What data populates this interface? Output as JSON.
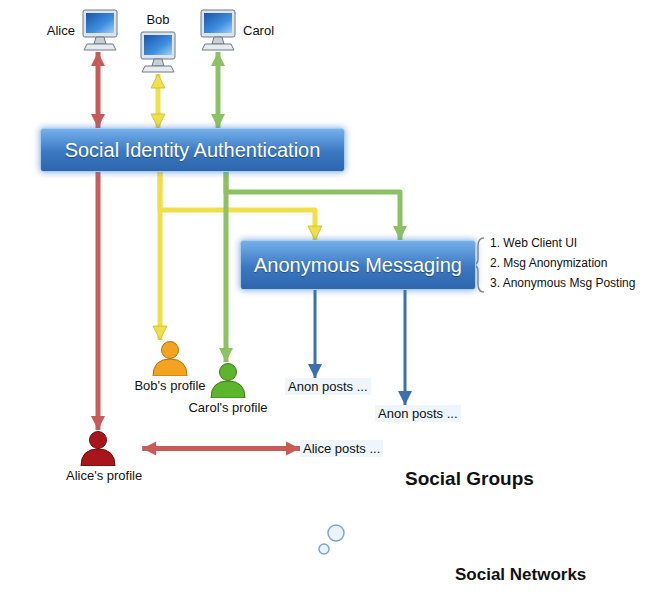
{
  "diagram": {
    "nodes": [
      {
        "text": [
          "Alice"
        ]
      },
      {
        "text": [
          "Bob"
        ]
      },
      {
        "text": [
          "Carol"
        ]
      },
      {
        "text": [
          "Social Identity Authentication"
        ]
      },
      {
        "text": [
          "Anonymous Messaging"
        ]
      },
      {
        "text": [
          "Social Networks"
        ]
      },
      {
        "text": [
          "Social Groups"
        ],
        "in": 5
      },
      {
        "text": [
          "Bob's profile"
        ],
        "in": 5
      },
      {
        "text": [
          "Carol's profile"
        ],
        "in": 5
      },
      {
        "text": [
          "Alice's profile"
        ],
        "in": 5
      },
      {
        "text": [
          "Anon posts ..."
        ],
        "in": 6
      },
      {
        "text": [
          "Anon posts ..."
        ],
        "in": 6
      },
      {
        "text": [
          "Alice posts ..."
        ],
        "in": 6
      }
    ],
    "edges": [
      {
        "from": 0,
        "to": 3,
        "arrow": "both"
      },
      {
        "from": 1,
        "to": 3,
        "arrow": "both"
      },
      {
        "from": 2,
        "to": 3,
        "arrow": "both"
      },
      {
        "from": 3,
        "to": 9,
        "arrow": "to"
      },
      {
        "from": 3,
        "to": 7,
        "arrow": "to"
      },
      {
        "from": 3,
        "to": 4,
        "arrow": "to"
      },
      {
        "from": 3,
        "to": 8,
        "arrow": "to"
      },
      {
        "from": 3,
        "to": 4,
        "arrow": "to"
      },
      {
        "from": 4,
        "to": 10,
        "arrow": "to"
      },
      {
        "from": 4,
        "to": 11,
        "arrow": "to"
      },
      {
        "from": 9,
        "to": 12,
        "arrow": "both"
      }
    ],
    "labels": [
      "1. Web Client UI",
      "2. Msg Anonymization",
      "3. Anonymous Msg Posting"
    ]
  }
}
